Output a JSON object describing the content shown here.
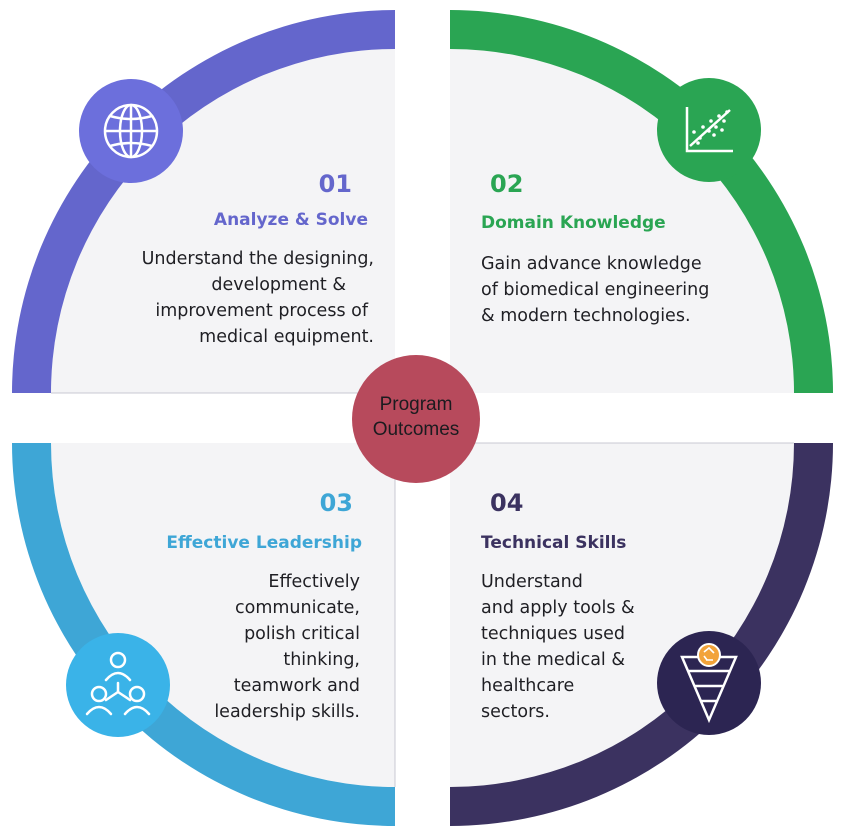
{
  "center": {
    "line1": "Program",
    "line2": "Outcomes",
    "color": "#b74a5c"
  },
  "quadrants": [
    {
      "number": "01",
      "heading": "Analyze & Solve",
      "lines": [
        "Understand the designing,",
        "development &",
        "improvement process of",
        "medical equipment."
      ],
      "color": "#6466cc",
      "icon": "globe-icon"
    },
    {
      "number": "02",
      "heading": "Domain Knowledge",
      "lines": [
        "Gain advance knowledge",
        "of biomedical engineering",
        "& modern technologies."
      ],
      "color": "#2aa553",
      "icon": "scatter-chart-icon"
    },
    {
      "number": "03",
      "heading": "Effective Leadership",
      "lines": [
        "Effectively",
        "communicate,",
        "polish critical",
        "thinking,",
        "teamwork and",
        "leadership skills."
      ],
      "color": "#3ea6d6",
      "icon": "team-icon"
    },
    {
      "number": "04",
      "heading": "Technical Skills",
      "lines": [
        "Understand",
        "and apply tools &",
        "techniques used",
        "in the medical &",
        "healthcare",
        "sectors."
      ],
      "color": "#3b3260",
      "icon": "funnel-recycle-icon"
    }
  ]
}
